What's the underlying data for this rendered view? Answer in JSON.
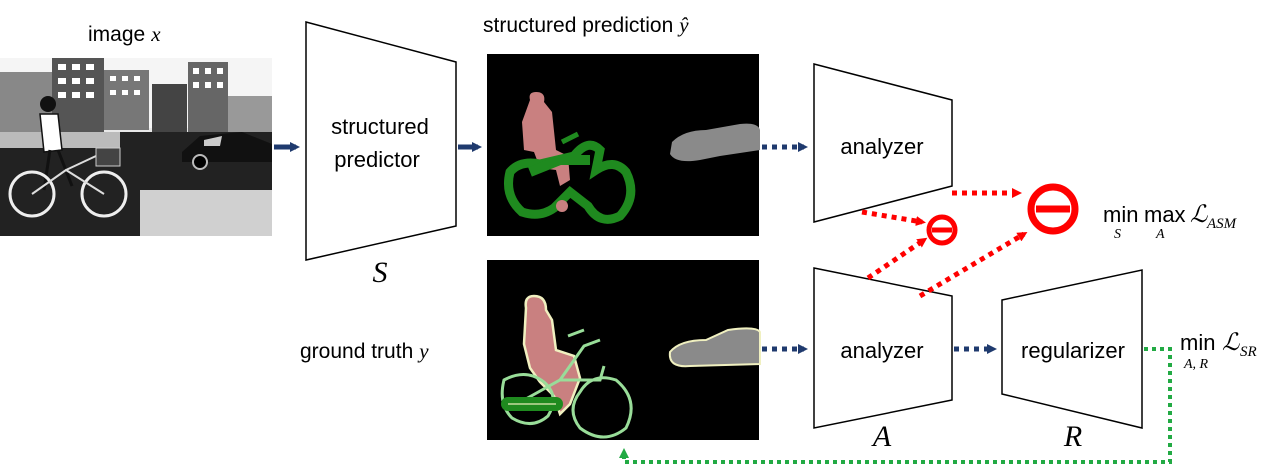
{
  "labels": {
    "image_title": "image",
    "image_var": "x",
    "structured_prediction_title": "structured prediction",
    "structured_prediction_var": "ŷ",
    "predictor_line1": "structured",
    "predictor_line2": "predictor",
    "predictor_var": "S",
    "analyzer_top": "analyzer",
    "analyzer_bottom": "analyzer",
    "analyzer_var": "A",
    "regularizer": "regularizer",
    "regularizer_var": "R",
    "ground_truth_title": "ground truth",
    "ground_truth_var": "y"
  },
  "losses": {
    "asm": {
      "min": "min",
      "min_sub": "S",
      "max": "max",
      "max_sub": "A",
      "L": "ℒ",
      "sub": "ASM"
    },
    "sr": {
      "min": "min",
      "min_sub": "A, R",
      "L": "ℒ",
      "sub": "SR"
    }
  },
  "colors": {
    "navy_arrow": "#1f3a6e",
    "red_loss": "#ff0000",
    "green_loss": "#22aa44",
    "person": "#c98080",
    "bicycle": "#1f8a1f",
    "car": "#8a8a8a",
    "outline": "#f0f0c0"
  }
}
